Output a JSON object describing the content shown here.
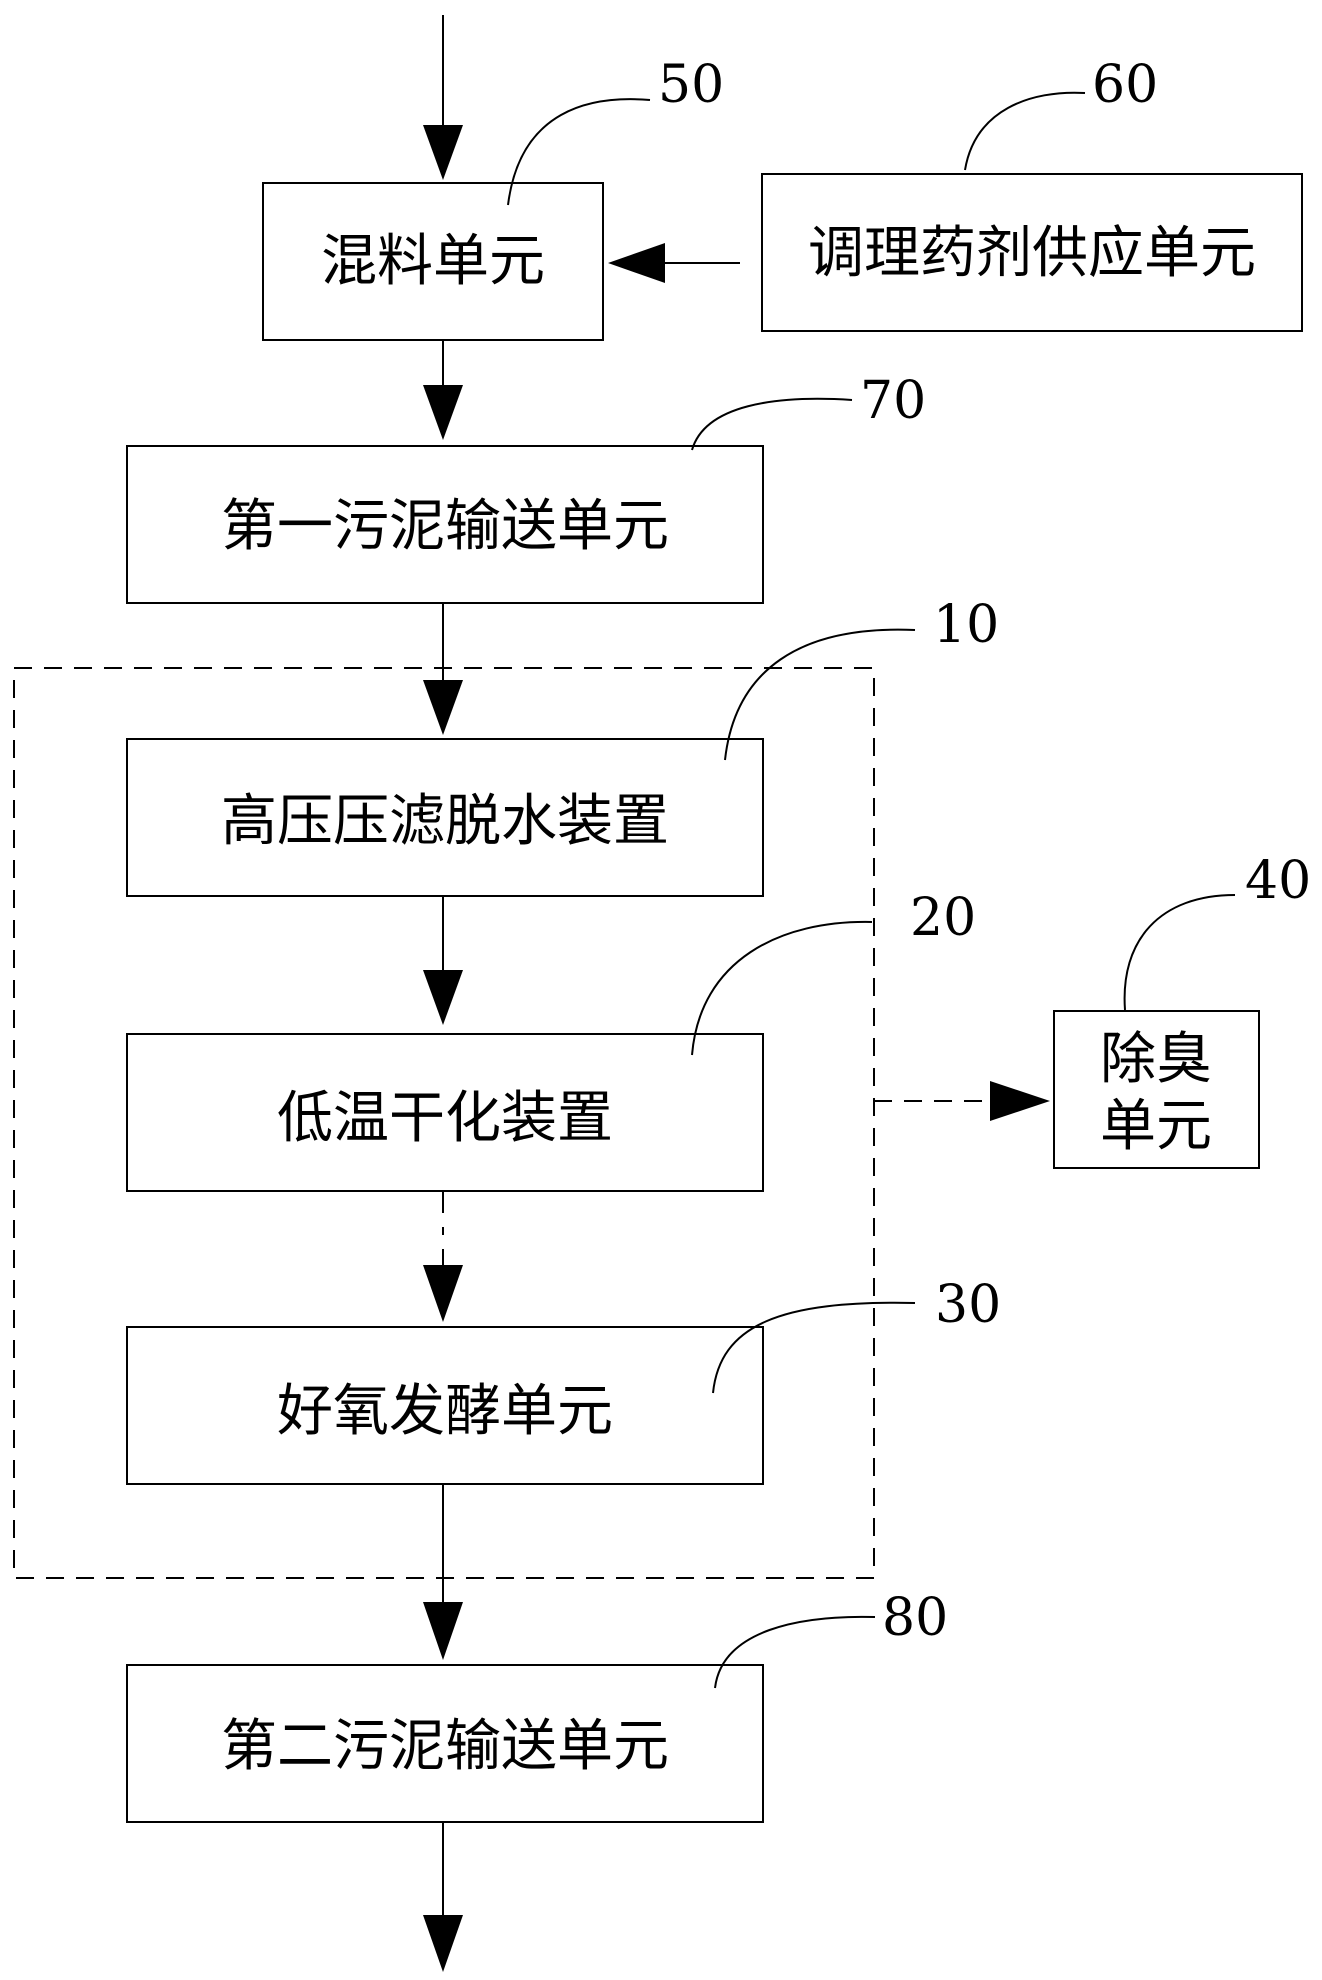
{
  "nodes": {
    "mixing": {
      "label": "混料单元",
      "ref": "50"
    },
    "agent_supply": {
      "label": "调理药剂供应单元",
      "ref": "60"
    },
    "first_conveyor": {
      "label": "第一污泥输送单元",
      "ref": "70"
    },
    "filter_press": {
      "label": "高压压滤脱水装置",
      "ref": "10"
    },
    "low_temp_dryer": {
      "label": "低温干化装置",
      "ref": "20"
    },
    "deodorize": {
      "label_line1": "除臭",
      "label_line2": "单元",
      "ref": "40"
    },
    "aerobic": {
      "label": "好氧发酵单元",
      "ref": "30"
    },
    "second_conveyor": {
      "label": "第二污泥输送单元",
      "ref": "80"
    }
  }
}
